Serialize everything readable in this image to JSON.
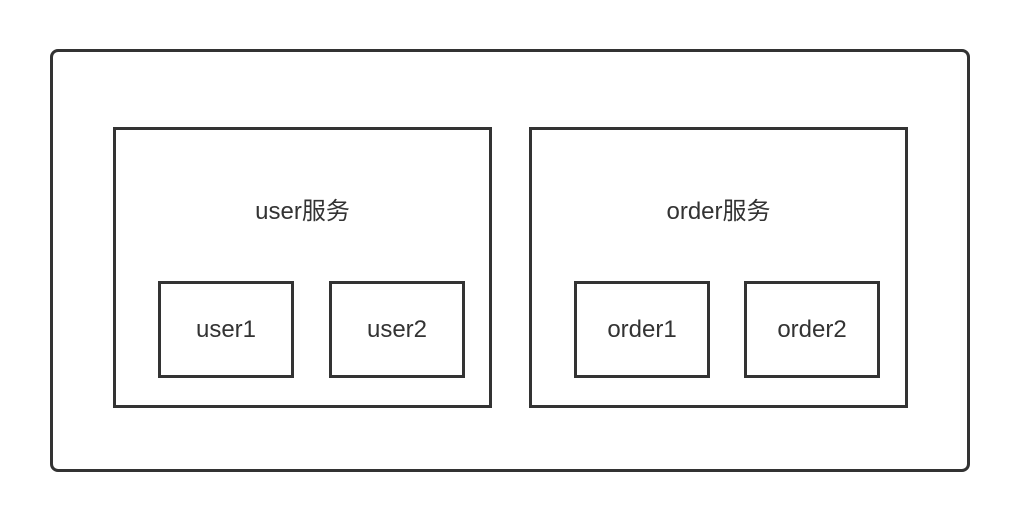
{
  "services": [
    {
      "title": "user服务",
      "instances": [
        "user1",
        "user2"
      ]
    },
    {
      "title": "order服务",
      "instances": [
        "order1",
        "order2"
      ]
    }
  ]
}
